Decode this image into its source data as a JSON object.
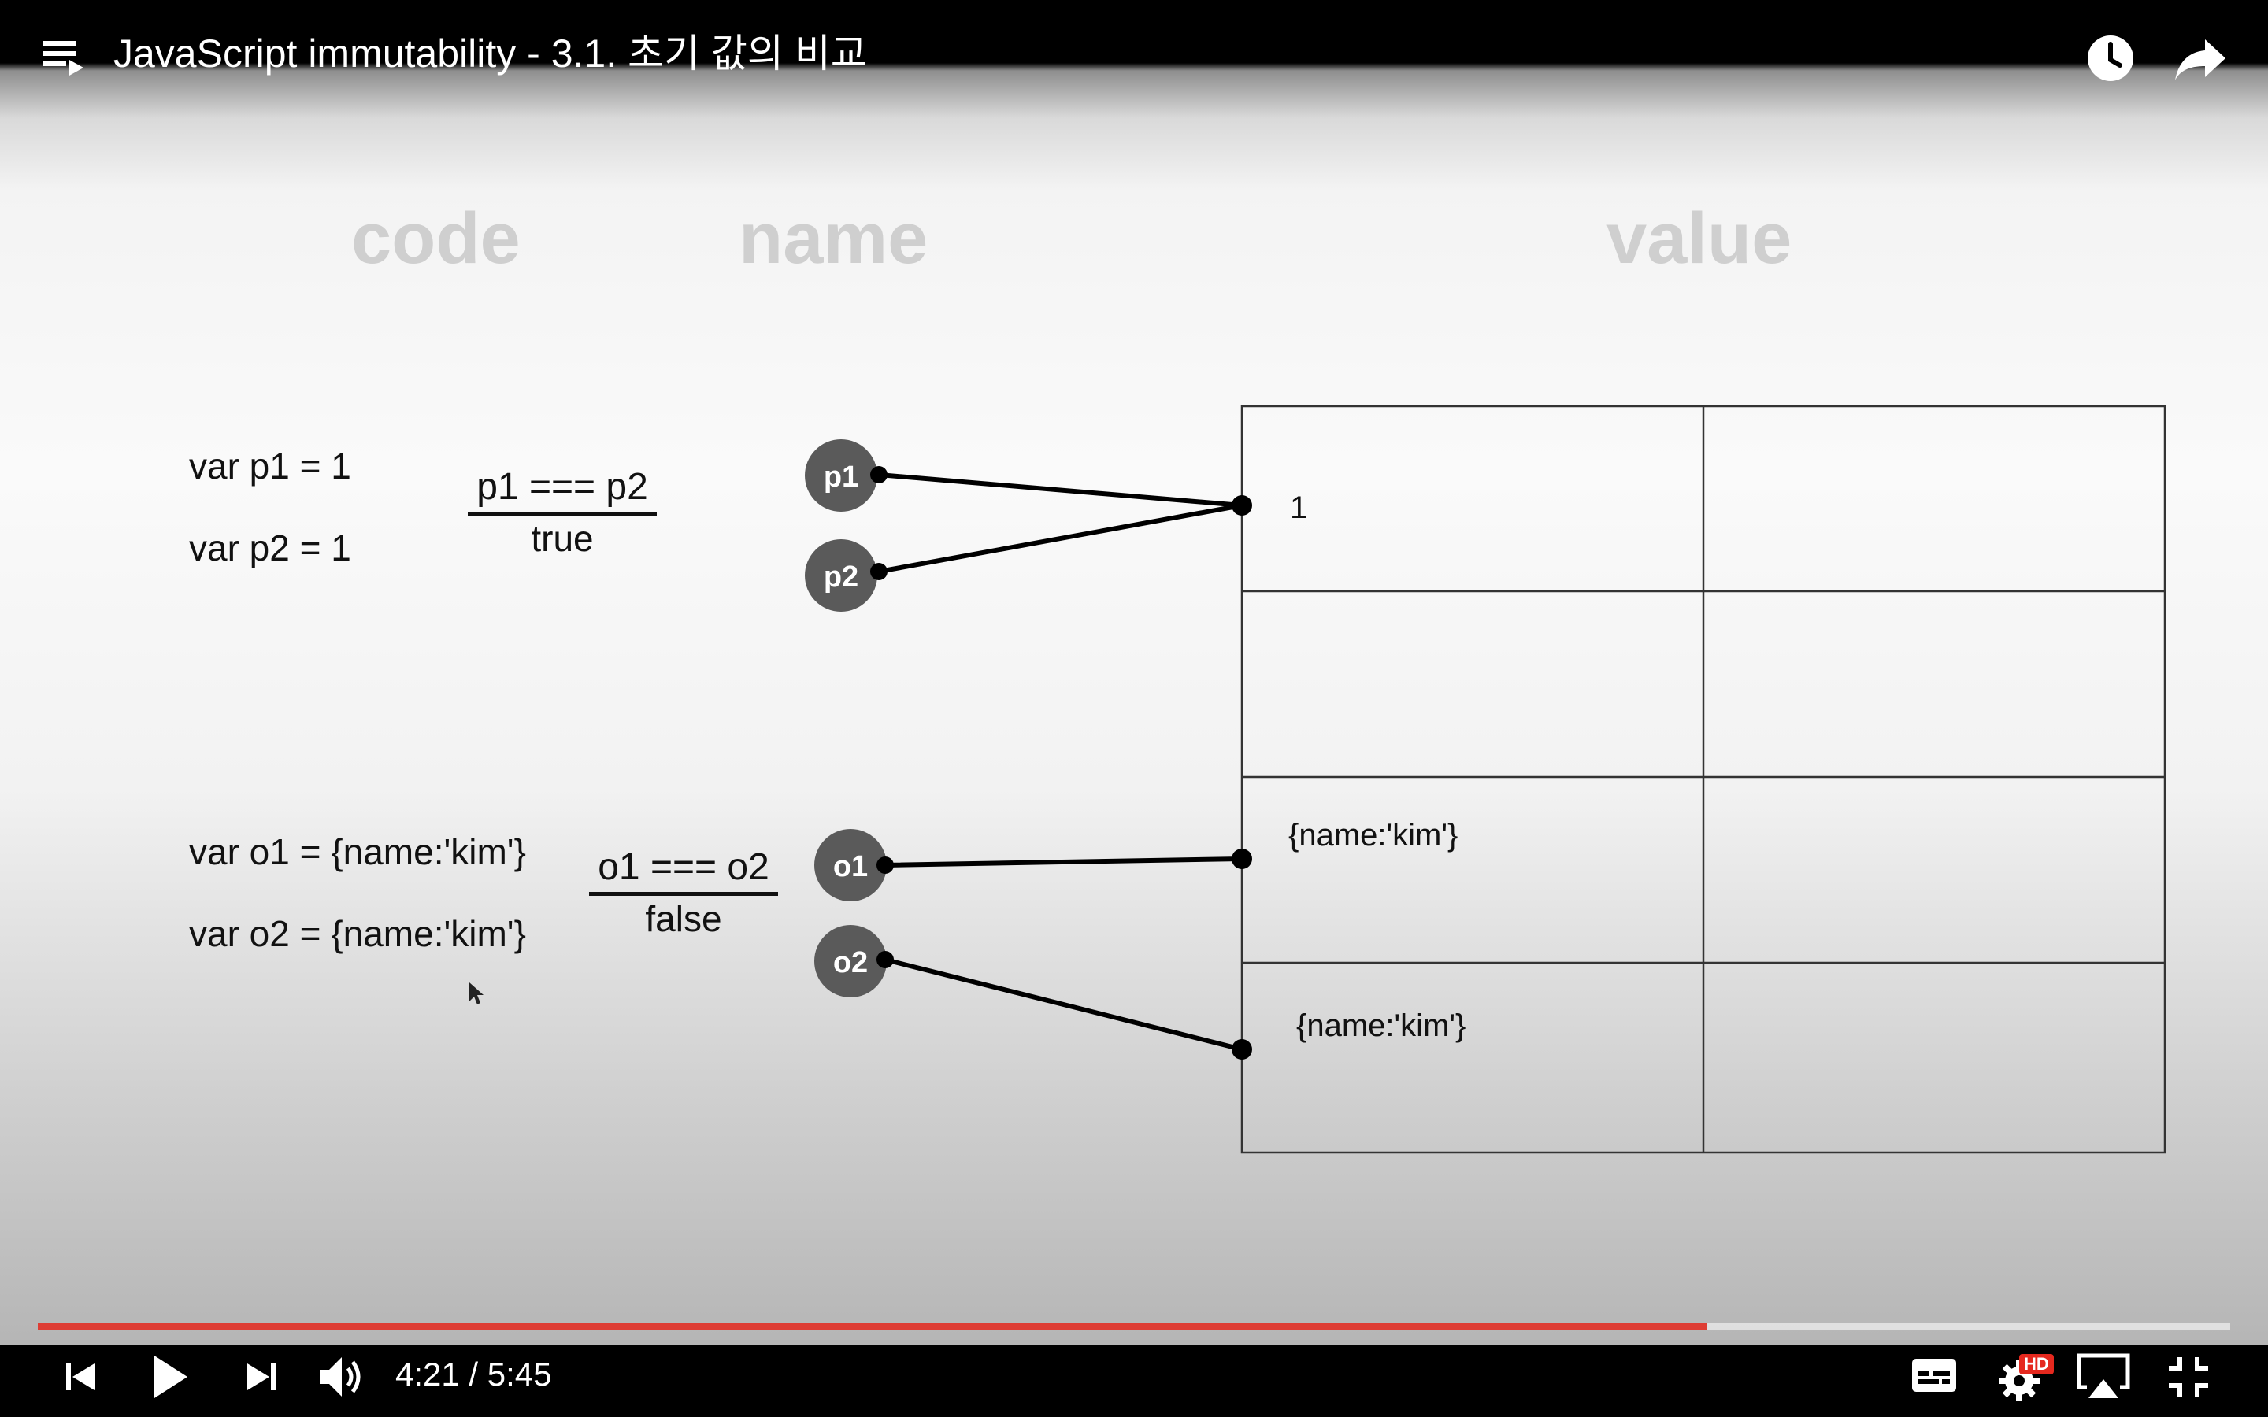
{
  "window": {
    "title": "JavaScript immutability - 3.1. 초기 값의 비교"
  },
  "icons": {
    "menu": "playlist-icon",
    "watch_later": "clock-icon",
    "share": "share-arrow-icon",
    "prev": "skip-previous-icon",
    "play": "play-icon",
    "next": "skip-next-icon",
    "volume": "volume-icon",
    "subtitles": "subtitles-icon",
    "settings": "gear-icon",
    "airplay": "airplay-icon",
    "exit_fullscreen": "exit-fullscreen-icon"
  },
  "slide": {
    "headers": {
      "code": "code",
      "name": "name",
      "value": "value"
    },
    "primitives": {
      "code": [
        "var p1 = 1",
        "var p2 = 1"
      ],
      "comparison": "p1 === p2",
      "result": "true",
      "names": [
        "p1",
        "p2"
      ],
      "value": "1"
    },
    "objects": {
      "code": [
        "var o1 = {name:'kim'}",
        "var o2 = {name:'kim'}"
      ],
      "comparison": "o1 === o2",
      "result": "false",
      "names": [
        "o1",
        "o2"
      ],
      "values": [
        "{name:'kim'}",
        "{name:'kim'}"
      ]
    },
    "table": {
      "rows": 4,
      "columns": 2
    }
  },
  "player": {
    "current_time": "4:21",
    "duration": "5:45",
    "time_display": "4:21 / 5:45",
    "progress": 0.761,
    "hd_badge": "HD",
    "colors": {
      "progress": "#e5281e",
      "bar": "#000000",
      "node": "#5a5a5a"
    }
  }
}
